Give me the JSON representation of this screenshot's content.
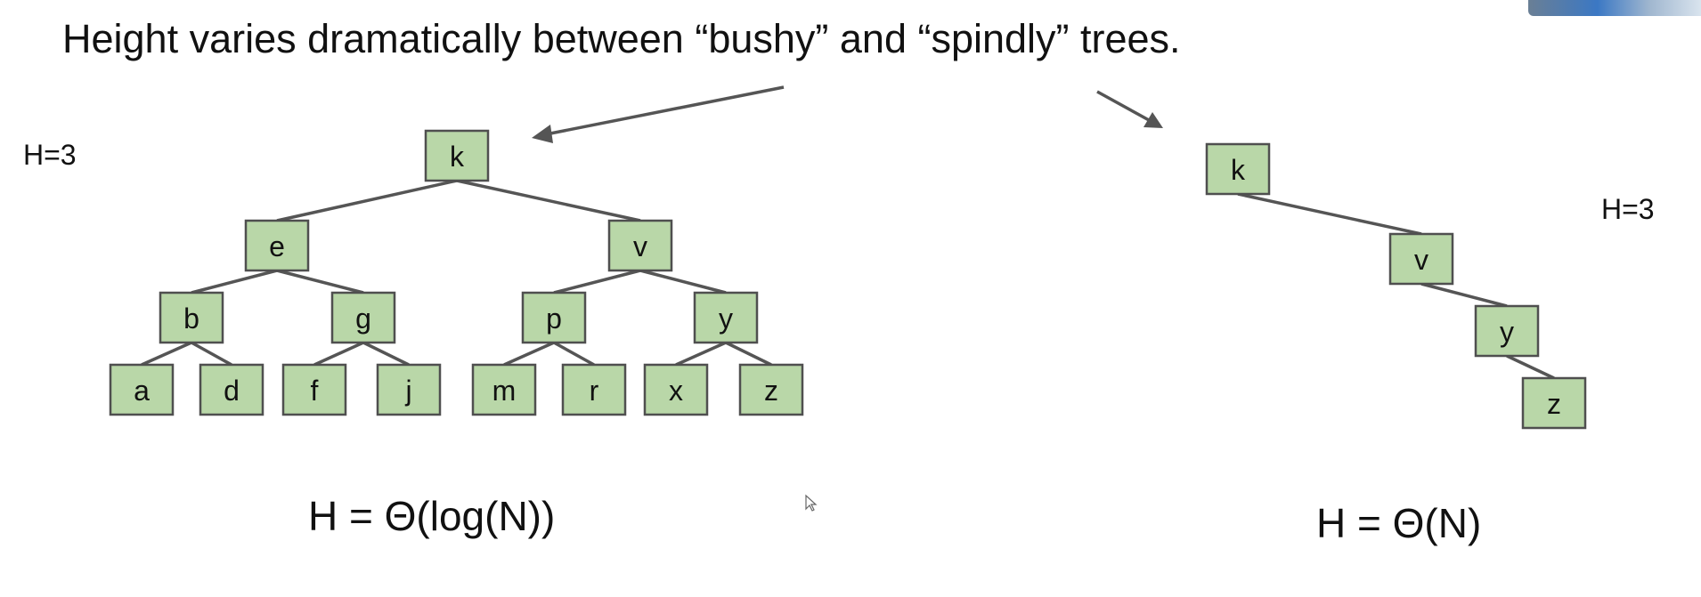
{
  "slide": {
    "title": "Height varies dramatically between “bushy” and “spindly” trees.",
    "left_tree": {
      "height_label": "H=3",
      "formula": "H = Θ(log(N))",
      "nodes": [
        {
          "id": "k",
          "label": "k"
        },
        {
          "id": "e",
          "label": "e"
        },
        {
          "id": "v",
          "label": "v"
        },
        {
          "id": "b",
          "label": "b"
        },
        {
          "id": "g",
          "label": "g"
        },
        {
          "id": "p",
          "label": "p"
        },
        {
          "id": "y",
          "label": "y"
        },
        {
          "id": "a",
          "label": "a"
        },
        {
          "id": "d",
          "label": "d"
        },
        {
          "id": "f",
          "label": "f"
        },
        {
          "id": "j",
          "label": "j"
        },
        {
          "id": "m",
          "label": "m"
        },
        {
          "id": "r",
          "label": "r"
        },
        {
          "id": "x",
          "label": "x"
        },
        {
          "id": "z",
          "label": "z"
        }
      ],
      "edges": [
        [
          "k",
          "e"
        ],
        [
          "k",
          "v"
        ],
        [
          "e",
          "b"
        ],
        [
          "e",
          "g"
        ],
        [
          "v",
          "p"
        ],
        [
          "v",
          "y"
        ],
        [
          "b",
          "a"
        ],
        [
          "b",
          "d"
        ],
        [
          "g",
          "f"
        ],
        [
          "g",
          "j"
        ],
        [
          "p",
          "m"
        ],
        [
          "p",
          "r"
        ],
        [
          "y",
          "x"
        ],
        [
          "y",
          "z"
        ]
      ]
    },
    "right_tree": {
      "height_label": "H=3",
      "formula": "H = Θ(N)",
      "nodes": [
        {
          "id": "k",
          "label": "k"
        },
        {
          "id": "v",
          "label": "v"
        },
        {
          "id": "y",
          "label": "y"
        },
        {
          "id": "z",
          "label": "z"
        }
      ],
      "edges": [
        [
          "k",
          "v"
        ],
        [
          "v",
          "y"
        ],
        [
          "y",
          "z"
        ]
      ]
    },
    "colors": {
      "node_fill": "#b9d7a8",
      "node_border": "#4f4f4f",
      "edge": "#555555",
      "text": "#111111"
    },
    "icons": [
      "mouse-cursor-icon",
      "webcam-thumbnail"
    ]
  }
}
